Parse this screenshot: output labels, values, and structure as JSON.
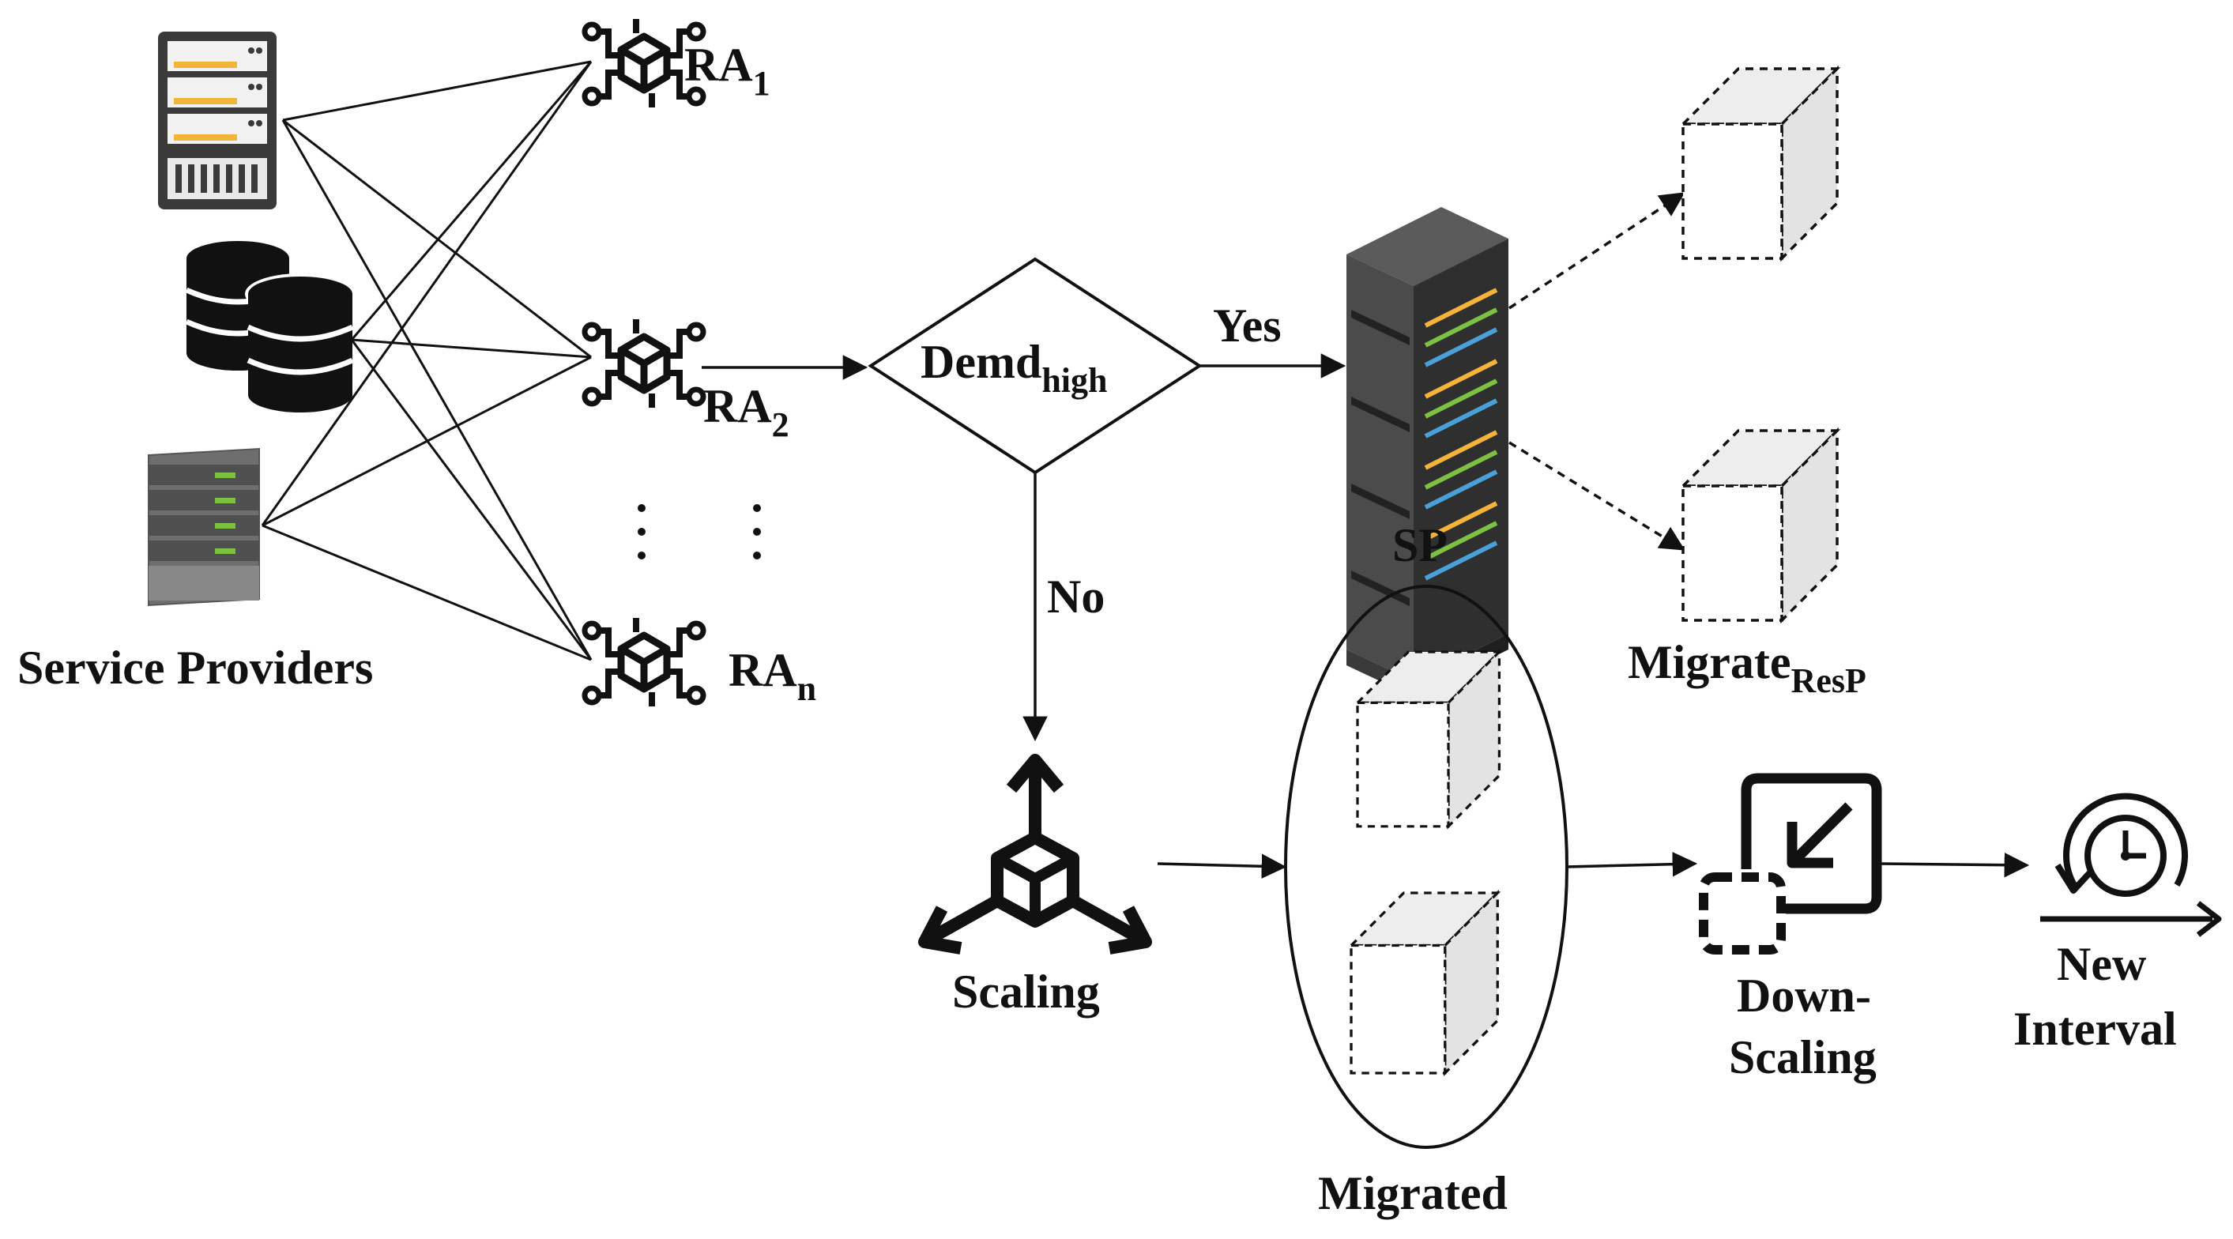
{
  "labels": {
    "service_providers": "Service Providers",
    "ra_prefix": "RA",
    "ra1_sub": "1",
    "ra2_sub": "2",
    "ran_sub": "n",
    "decision_main": "Demd",
    "decision_sub": "high",
    "yes": "Yes",
    "no": "No",
    "sp": "SP",
    "migrate_main": "Migrate",
    "migrate_sub": "ResP",
    "scaling": "Scaling",
    "migrated": "Migrated",
    "down_scaling_line1": "Down-",
    "down_scaling_line2": "Scaling",
    "new_interval_line1": "New",
    "new_interval_line2": "Interval"
  },
  "icons": {
    "provider_1": "rack-server-icon",
    "provider_2": "database-icon",
    "provider_3": "tower-server-icon",
    "agent": "cube-circuit-icon",
    "sp": "server-rack-icon",
    "resource": "dashed-cube-icon",
    "scaling": "scaling-arrows-icon",
    "down_scaling": "down-scale-icon",
    "new_interval": "clock-loop-icon"
  },
  "colors": {
    "stroke": "#111111",
    "accent_yellow": "#f4b43a",
    "server_dark": "#3d3d3d",
    "led_green": "#7cc142",
    "led_blue": "#4aa0d8",
    "cube_face": "#e6e6e6"
  }
}
